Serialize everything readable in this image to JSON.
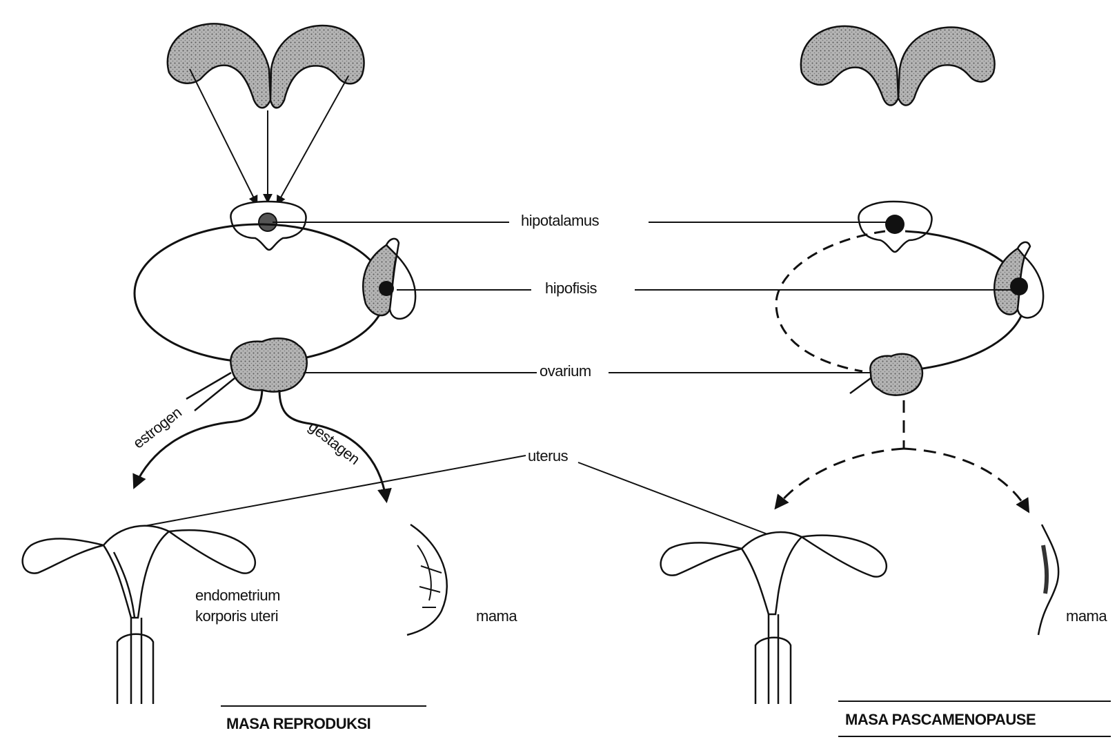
{
  "labels": {
    "hipotalamus": "hipotalamus",
    "hipofisis": "hipofisis",
    "ovarium": "ovarium",
    "uterus": "uterus",
    "estrogen": "estrogen",
    "gestagen": "gestagen",
    "endometrium_line1": "endometrium",
    "endometrium_line2": "korporis uteri",
    "mama_left": "mama",
    "mama_right": "mama"
  },
  "panels": {
    "left_title": "MASA REPRODUKSI",
    "right_title": "MASA PASCAMENOPAUSE"
  },
  "colors": {
    "ink": "#111111",
    "shade": "#9a9a9a"
  }
}
